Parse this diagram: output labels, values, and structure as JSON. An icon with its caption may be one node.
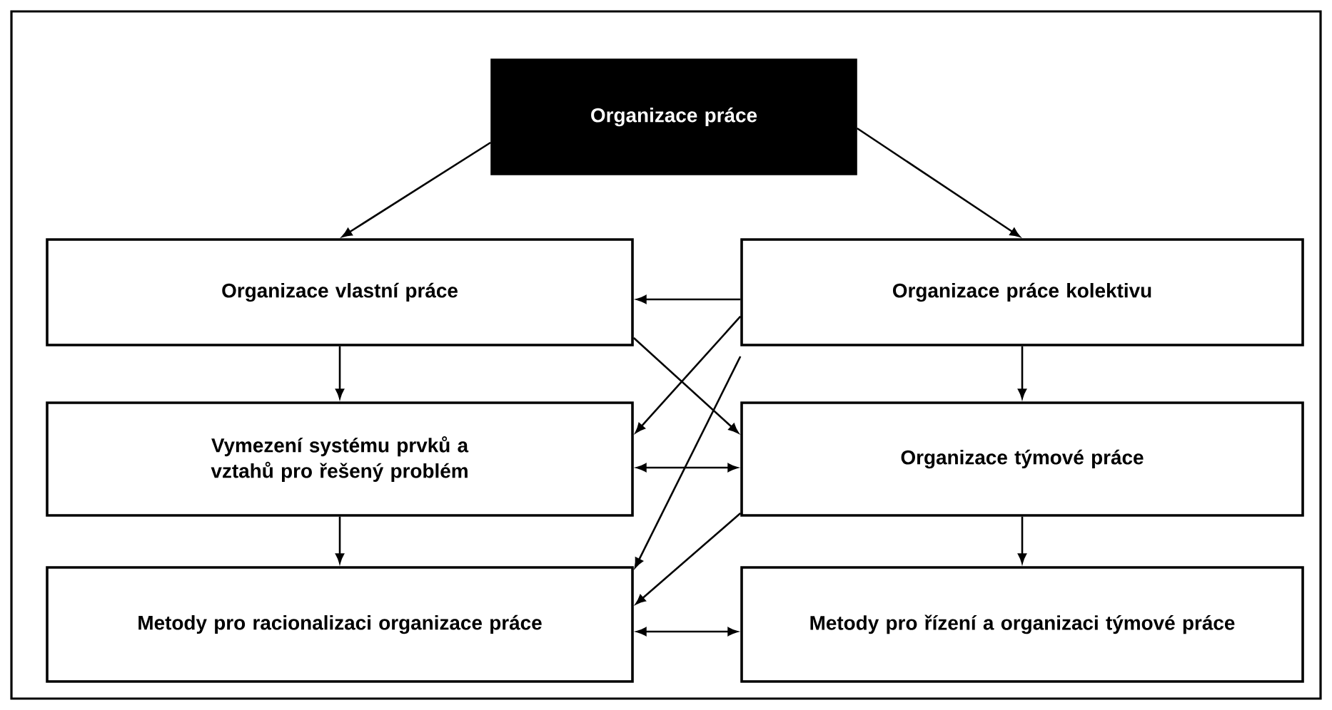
{
  "diagram": {
    "nodes": [
      {
        "text": [
          "Organizace práce"
        ]
      },
      {
        "text": [
          "Organizace vlastní práce"
        ]
      },
      {
        "text": [
          "Organizace práce kolektivu"
        ]
      },
      {
        "text": [
          "Vymezení systému prvků a vztahů pro řešený problém"
        ]
      },
      {
        "text": [
          "Organizace týmové práce"
        ]
      },
      {
        "text": [
          "Metody pro racionalizaci organizace práce"
        ]
      },
      {
        "text": [
          "Metody pro řízení a organizaci týmové práce"
        ]
      }
    ],
    "edges": [
      {
        "from": 0,
        "to": 1,
        "arrow": "to"
      },
      {
        "from": 0,
        "to": 2,
        "arrow": "to"
      },
      {
        "from": 1,
        "to": 3,
        "arrow": "to"
      },
      {
        "from": 3,
        "to": 5,
        "arrow": "to"
      },
      {
        "from": 2,
        "to": 4,
        "arrow": "to"
      },
      {
        "from": 4,
        "to": 6,
        "arrow": "to"
      },
      {
        "from": 2,
        "to": 1,
        "arrow": "to"
      },
      {
        "from": 1,
        "to": 4,
        "arrow": "to"
      },
      {
        "from": 2,
        "to": 3,
        "arrow": "to"
      },
      {
        "from": 3,
        "to": 4,
        "arrow": "both"
      },
      {
        "from": 2,
        "to": 5,
        "arrow": "to"
      },
      {
        "from": 4,
        "to": 5,
        "arrow": "to"
      },
      {
        "from": 5,
        "to": 6,
        "arrow": "both"
      }
    ]
  }
}
